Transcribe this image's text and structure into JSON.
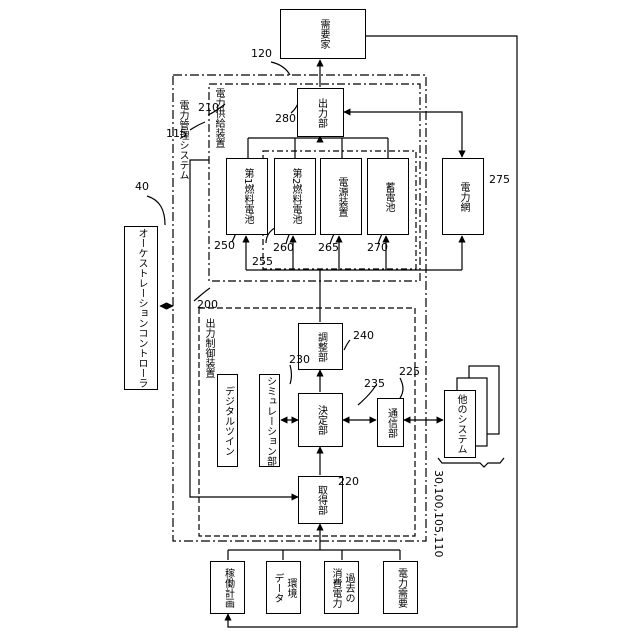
{
  "nodes": {
    "orchestration_controller": "オーケストレーションコントローラ",
    "consumer": "需要家",
    "output_unit": "出力部",
    "fuel_cell_1": "第1燃料電池",
    "fuel_cell_2": "第2燃料電池",
    "power_source": "電源装置",
    "storage_battery": "蓄電池",
    "power_grid": "電力網",
    "adjustment_unit": "調整部",
    "digital_twin": "デジタルツイン",
    "simulation_unit": "シミュレーション部",
    "decision_unit": "決定部",
    "communication_unit": "通信部",
    "acquisition_unit": "取得部",
    "other_system": "他のシステム",
    "operation_plan": "稼働計画",
    "env_data_line1": "環境",
    "env_data_line2": "データ",
    "past_power_line1": "過去の",
    "past_power_line2": "消費電力",
    "power_demand": "電力需要"
  },
  "groups": {
    "power_management_system": "電力管理システム",
    "power_supply_device": "電力供給装置",
    "output_control_device": "出力制御装置"
  },
  "refs": {
    "r40": "40",
    "r120": "120",
    "r115": "115",
    "r210": "210",
    "r280": "280",
    "r275": "275",
    "r250": "250",
    "r255": "255",
    "r260": "260",
    "r265": "265",
    "r270": "270",
    "r200": "200",
    "r240": "240",
    "r230": "230",
    "r235": "235",
    "r225": "225",
    "r220": "220",
    "r_systems": "30,100,105,110"
  }
}
